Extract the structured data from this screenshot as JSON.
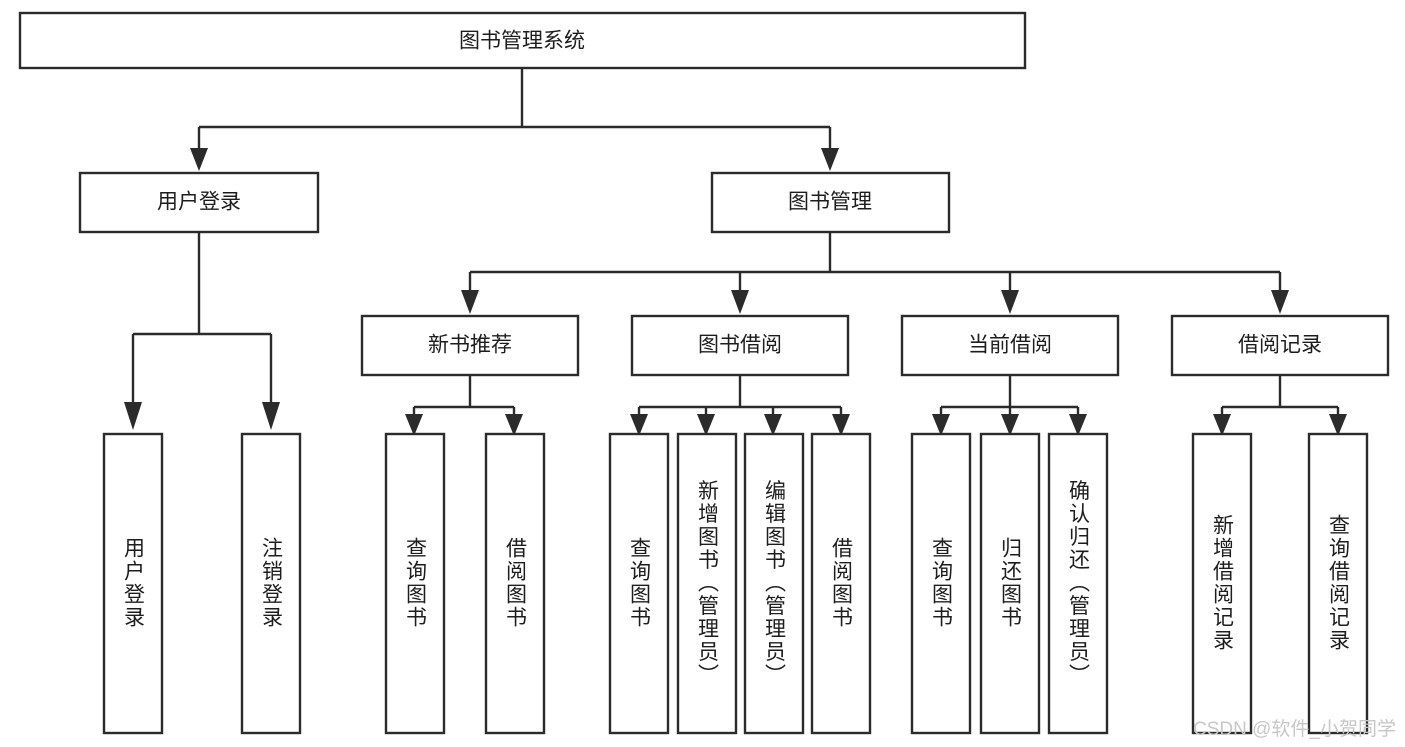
{
  "diagram": {
    "type": "tree",
    "title": "图书管理系统",
    "orientation": "top-down",
    "levels": 4,
    "colors": {
      "box_border": "#2b2b2b",
      "box_fill": "#ffffff",
      "connector": "#2b2b2b",
      "text": "#1d1d1d",
      "watermark": "#c7c7c7",
      "background": "#ffffff"
    },
    "root": {
      "label": "图书管理系统",
      "orientation": "horizontal"
    },
    "level2": [
      {
        "id": "user-login",
        "label": "用户登录",
        "orientation": "horizontal"
      },
      {
        "id": "book-manage",
        "label": "图书管理",
        "orientation": "horizontal"
      }
    ],
    "level3": [
      {
        "id": "new-book-recommend",
        "label": "新书推荐",
        "orientation": "horizontal",
        "parent": "book-manage"
      },
      {
        "id": "book-borrow",
        "label": "图书借阅",
        "orientation": "horizontal",
        "parent": "book-manage"
      },
      {
        "id": "current-borrow",
        "label": "当前借阅",
        "orientation": "horizontal",
        "parent": "book-manage"
      },
      {
        "id": "borrow-record",
        "label": "借阅记录",
        "orientation": "horizontal",
        "parent": "book-manage"
      }
    ],
    "leaves": [
      {
        "id": "leaf-user-login",
        "label": "用户登录",
        "parent": "user-login",
        "orientation": "vertical"
      },
      {
        "id": "leaf-user-logout",
        "label": "注销登录",
        "parent": "user-login",
        "orientation": "vertical"
      },
      {
        "id": "leaf-query-book-1",
        "label": "查询图书",
        "parent": "new-book-recommend",
        "orientation": "vertical"
      },
      {
        "id": "leaf-borrow-book-1",
        "label": "借阅图书",
        "parent": "new-book-recommend",
        "orientation": "vertical"
      },
      {
        "id": "leaf-query-book-2",
        "label": "查询图书",
        "parent": "book-borrow",
        "orientation": "vertical"
      },
      {
        "id": "leaf-add-book",
        "label": "新增图书（管理员）",
        "parent": "book-borrow",
        "orientation": "vertical"
      },
      {
        "id": "leaf-edit-book",
        "label": "编辑图书（管理员）",
        "parent": "book-borrow",
        "orientation": "vertical"
      },
      {
        "id": "leaf-borrow-book-2",
        "label": "借阅图书",
        "parent": "book-borrow",
        "orientation": "vertical"
      },
      {
        "id": "leaf-query-book-3",
        "label": "查询图书",
        "parent": "current-borrow",
        "orientation": "vertical"
      },
      {
        "id": "leaf-return-book",
        "label": "归还图书",
        "parent": "current-borrow",
        "orientation": "vertical"
      },
      {
        "id": "leaf-confirm-return",
        "label": "确认归还（管理员）",
        "parent": "current-borrow",
        "orientation": "vertical"
      },
      {
        "id": "leaf-add-record",
        "label": "新增借阅记录",
        "parent": "borrow-record",
        "orientation": "vertical"
      },
      {
        "id": "leaf-query-record",
        "label": "查询借阅记录",
        "parent": "borrow-record",
        "orientation": "vertical"
      }
    ]
  },
  "watermark": {
    "text": "CSDN @软件_小贺同学"
  }
}
